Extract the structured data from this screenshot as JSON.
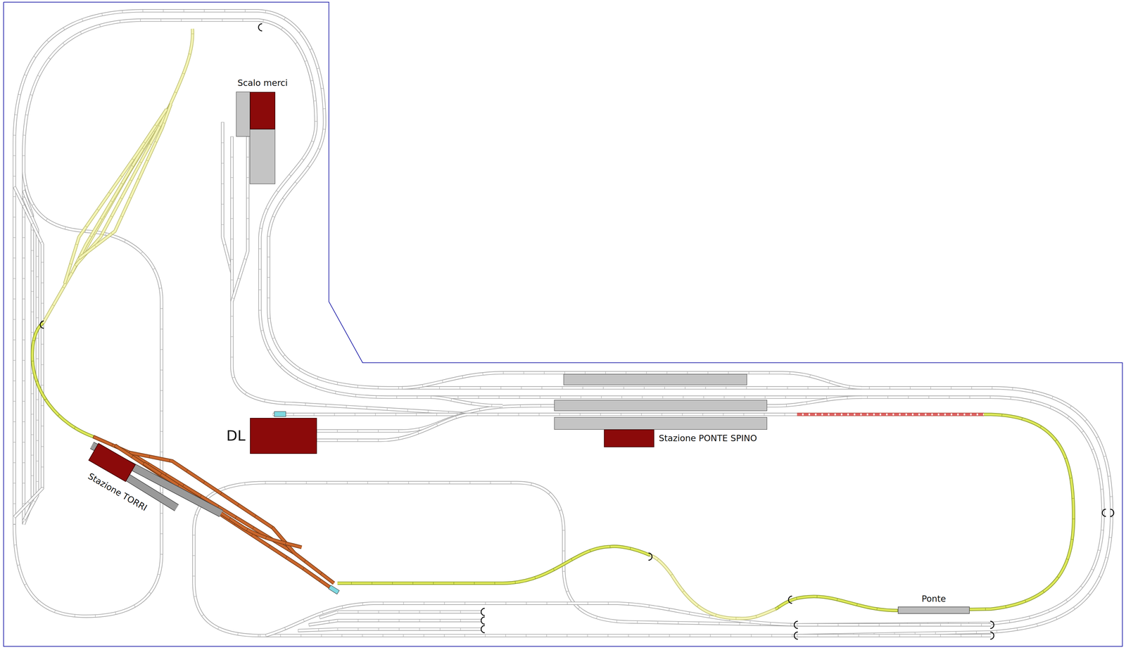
{
  "diagram": {
    "nodes": [
      {
        "text": [
          "Scalo merci"
        ]
      },
      {
        "text": [
          "DL"
        ]
      },
      {
        "text": [
          "Stazione PONTE SPINO"
        ]
      },
      {
        "text": [
          "Stazione TORRI"
        ]
      },
      {
        "text": [
          "Ponte"
        ]
      }
    ]
  }
}
